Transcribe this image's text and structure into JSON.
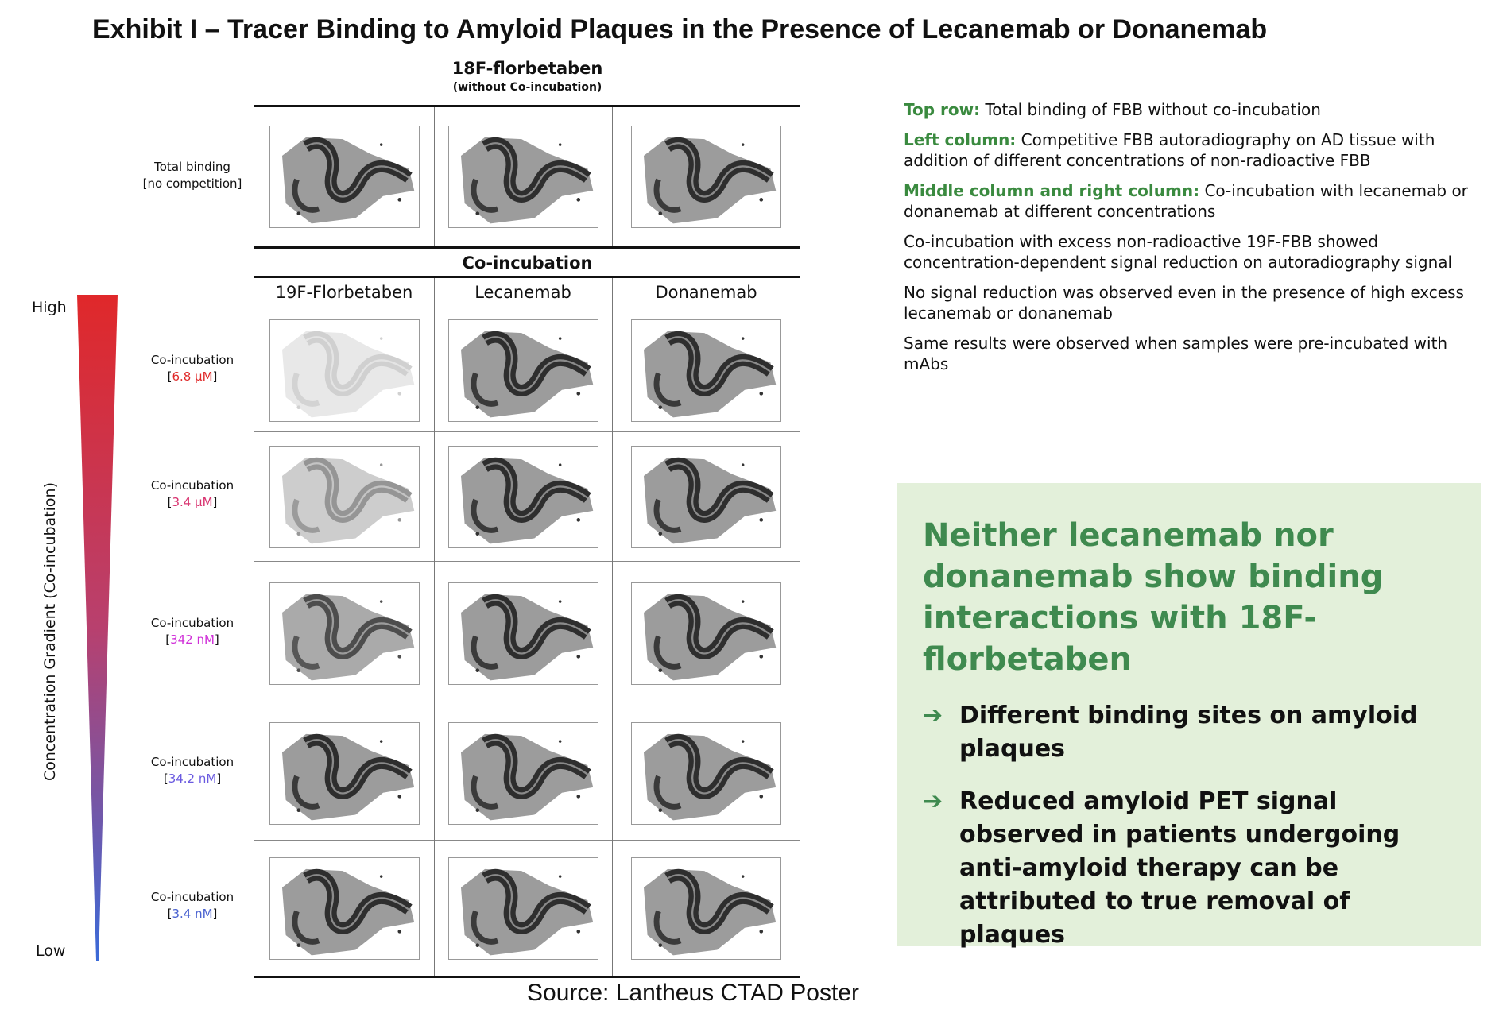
{
  "title": "Exhibit I – Tracer Binding to Amyloid Plaques in the Presence of Lecanemab or Donanemab",
  "table": {
    "top_header": "18F-florbetaben",
    "top_subheader": "(without Co-incubation)",
    "coincubation_header": "Co-incubation",
    "columns": [
      "19F-Florbetaben",
      "Lecanemab",
      "Donanemab"
    ],
    "total_binding_label": [
      "Total binding",
      "[no competition]"
    ],
    "rows": [
      {
        "label": "Co-incubation",
        "conc": "6.8 µM",
        "color": "#e02a2a"
      },
      {
        "label": "Co-incubation",
        "conc": "3.4 µM",
        "color": "#d8306e"
      },
      {
        "label": "Co-incubation",
        "conc": "342 nM",
        "color": "#d030d8"
      },
      {
        "label": "Co-incubation",
        "conc": "34.2 nM",
        "color": "#6a5ae0"
      },
      {
        "label": "Co-incubation",
        "conc": "3.4 nM",
        "color": "#4a62d0"
      }
    ]
  },
  "gradient": {
    "high": "High",
    "low": "Low",
    "axis_label": "Concentration Gradient (Co-incubation)",
    "top_color": "#e0282a",
    "bottom_color": "#3a6ad8"
  },
  "notes": [
    {
      "key": "Top row:",
      "text": " Total binding of FBB without co-incubation"
    },
    {
      "key": "Left column:",
      "text": " Competitive FBB autoradiography on AD tissue with addition of different concentrations of non-radioactive FBB"
    },
    {
      "key": "Middle column and right column:",
      "text": " Co-incubation with lecanemab or donanemab at different concentrations"
    },
    {
      "key": "",
      "text": "Co-incubation with excess non-radioactive 19F-FBB showed concentration-dependent signal reduction on autoradiography signal"
    },
    {
      "key": "",
      "text": "No signal reduction was observed even in the presence of high excess lecanemab or donanemab"
    },
    {
      "key": "",
      "text": "Same results were observed when samples were pre-incubated with mAbs"
    }
  ],
  "conclusion": {
    "heading": "Neither lecanemab nor donanemab show binding interactions with 18F-florbetaben",
    "bullets": [
      "Different binding sites on amyloid plaques",
      "Reduced amyloid PET signal observed in patients undergoing anti-amyloid therapy can be attributed to true removal of plaques"
    ]
  },
  "source": "Source: Lantheus CTAD Poster"
}
